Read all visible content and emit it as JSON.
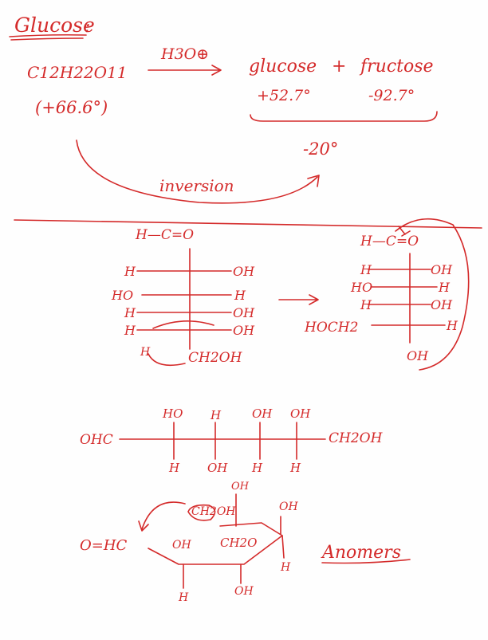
{
  "ink_color": "#d42a2a",
  "heading": {
    "title": "Glucose",
    "colon": ":"
  },
  "inversion": {
    "reactant_formula": "C12H22O11",
    "reactant_rotation": "(+66.6°)",
    "catalyst": "H3O⊕",
    "product_1": "glucose",
    "plus_sign": "+",
    "product_2": "fructose",
    "product_1_rotation": "+52.7°",
    "product_2_rotation": "-92.7°",
    "net_rotation": "-20°",
    "arrow_label": "inversion"
  },
  "fischer_left": {
    "top": "H—C=O",
    "rows": [
      {
        "left": "H",
        "right": "OH"
      },
      {
        "left": "HO",
        "right": "H"
      },
      {
        "left": "H",
        "right": "OH"
      },
      {
        "left": "H",
        "right": "OH"
      }
    ],
    "bottom_left": "H",
    "bottom": "CH2OH"
  },
  "fischer_right": {
    "top": "H—C=O",
    "rows": [
      {
        "left": "H",
        "right": "OH"
      },
      {
        "left": "HO",
        "right": "H"
      },
      {
        "left": "H",
        "right": "OH"
      }
    ],
    "ring_row": {
      "left": "HOCH2",
      "right": "H"
    },
    "bottom": "OH"
  },
  "chain": {
    "left_end": "OHC",
    "right_end": "CH2OH",
    "top_labels": [
      "HO",
      "H",
      "OH",
      "OH"
    ],
    "bottom_labels": [
      "H",
      "OH",
      "H",
      "H"
    ]
  },
  "ring": {
    "top_group": "CH2OH",
    "top_oh": "OH",
    "ring_oxygen": "CH2O",
    "right_oh": "OH",
    "left_group": "O=HC",
    "inner_oh": "OH",
    "bottom_h_left": "H",
    "bottom_oh": "OH",
    "right_h": "H",
    "label": "Anomers"
  }
}
